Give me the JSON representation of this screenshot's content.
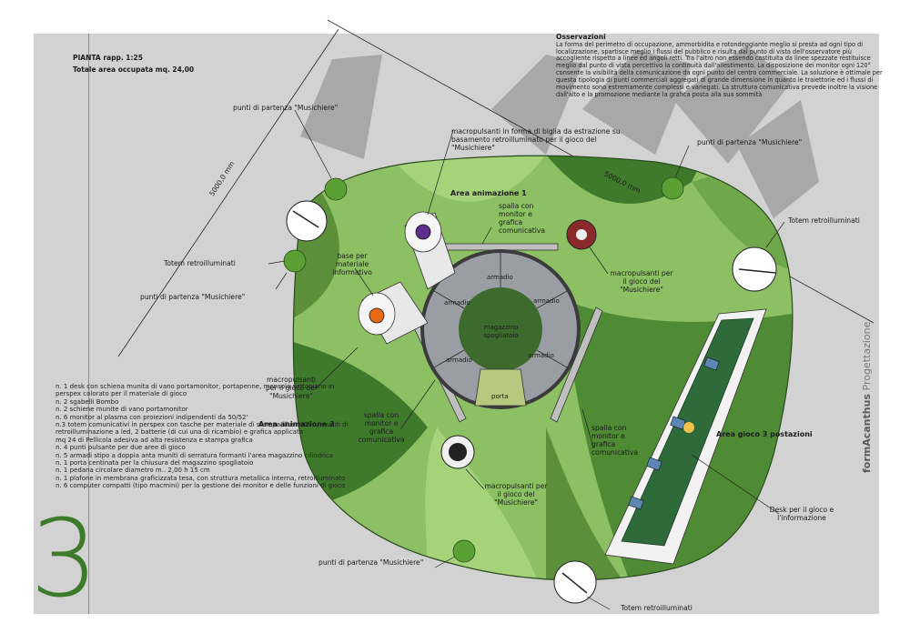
{
  "header": {
    "scale": "PIANTA rapp. 1:25",
    "area": "Totale area occupata mq. 24,00"
  },
  "observations": {
    "title": "Osservazioni",
    "body": "La forma del perimetro di occupazione, ammorbidita e rotondeggiante meglio si presta ad ogni tipo di localizzazione, spartisce meglio i flussi del pubblico e risulta dal punto di vista dell'osservatore più accogliente rispetto a linee ed angoli retti. Tra l'altro non essendo costituita da linee spezzate restituisce meglio dal punto di vista percettivo la continuità dall'allestimento. La disposizione dei monitor ogni 120° consente la visibilità della comunicazione da ogni punto del centro commerciale. La soluzione è ottimale per questa tipologia di punti commerciali aggregati di grande dimensione in quanto le traiettorie ed i flussi di movimento sono estremamente complessi e variegati. La struttura comunicativa prevede inoltre la visione dall'alto e la promozione mediante la grafica posta alla sua sommità"
  },
  "items": [
    "n. 1 desk con schiena munita di vano portamonitor, portapenne, mensola sottopiano in perspex colorato per il materiale di gioco",
    "n. 2 sgabelli Bombo",
    "n. 2 schiene munite di vano portamonitor",
    "n. 6 monitor al plasma con proiezioni indipendenti da 50/52'",
    "n.3 totem comunicativi in perspex con tasche per materiale di stampa illustrativo, muniti di retroilluminazione a led, 2 batterie (di cui una di ricambio) e grafica applicata",
    "mq 24 di Pellicola adesiva ad alta resistenza e stampa grafica",
    "n. 4 punti pulsante per due aree di gioco",
    "n. 5 armadi stipo a doppia anta muniti di serratura formanti l'area magazzino cilindrica",
    "n. 1 porta centinata per la chiusura del magazzino spogliatoio",
    "n. 1 pedana circolare diametro m.. 2,00 h 15 cm",
    "n. 1 plafone in membrana graficizzata tesa, con struttura metallica interna, retroilluminato",
    "n. 6 computer compatti (tipo macmini) per la gestione dei monitor e delle funzioni di gioco"
  ],
  "labels": {
    "punti_tl": "punti di partenza \"Musichiere\"",
    "punti_ml": "punti di partenza \"Musichiere\"",
    "punti_tr": "punti di partenza \"Musichiere\"",
    "punti_bottom": "punti di partenza \"Musichiere\"",
    "totem_left": "Totem retroilluminati",
    "totem_right": "Totem retroilluminati",
    "totem_bottom": "Totem retroilluminati",
    "macro_top": "macropulsanti in forma di biglia da estrazione su basamento retroilluminato per il gioco del \"Musichiere\"",
    "base": "base per materiale informativo",
    "macro_right": "macropulsanti per il gioco del \"Musichiere\"",
    "macro_left": "macropulsanti per il gioco del \"Musichiere\"",
    "macro_bottom": "macropulsanti per il gioco del \"Musichiere\"",
    "spalla_top": "spalla con monitor e grafica comunicativa",
    "spalla_left": "spalla con monitor e grafica comunicativa",
    "spalla_right": "spalla con monitor e grafica comunicativa",
    "desk": "Desk per il gioco e l'informazione",
    "area1": "Area animazione 1",
    "area2": "Area animazione 2",
    "area3": "Area gioco 3 postazioni",
    "armadio": "armadio",
    "magazzino": "magazzino spogliatoio",
    "porta": "porta",
    "dim1": "5000,0 mm",
    "dim2": "5000,0 mm"
  },
  "side_number": "3",
  "brand": {
    "name": "formAcanthus",
    "tag": "Progettazione"
  },
  "colors": {
    "accent_green": "#3d7a2a",
    "guide_orange": "#e07a1c"
  }
}
